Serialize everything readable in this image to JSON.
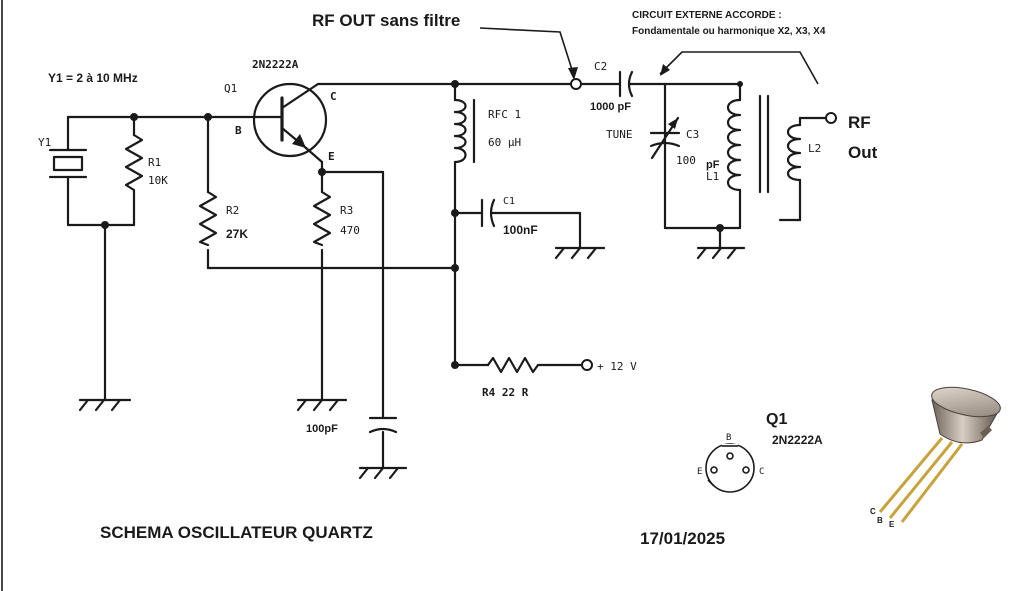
{
  "header": {
    "rf_out_note": "RF OUT sans filtre",
    "external_circuit_line1": "CIRCUIT EXTERNE ACCORDE :",
    "external_circuit_line2": "Fondamentale ou harmonique  X2, X3, X4"
  },
  "labels": {
    "y1_range": "Y1 = 2 à 10 MHz",
    "y1": "Y1",
    "q1": "Q1",
    "q1_part": "2N2222A",
    "pin_b": "B",
    "pin_c": "C",
    "pin_e": "E",
    "r1": "R1",
    "r1_val": "10K",
    "r2": "R2",
    "r2_val": "27K",
    "r3": "R3",
    "r3_val": "470",
    "rfc1": "RFC 1",
    "rfc1_val": "60 µH",
    "c1": "C1",
    "c1_val": "100nF",
    "c2": "C2",
    "c2_val": "1000 pF",
    "tune": "TUNE",
    "c3": "C3",
    "c3_val": "100",
    "c3_unit": "pF",
    "l1": "L1",
    "l2": "L2",
    "rf": "RF",
    "out": "Out",
    "r4": "R4  22 R",
    "supply": "+ 12 V",
    "cap_100pf": "100pF",
    "pinout_q1": "Q1",
    "pinout_part": "2N2222A",
    "pinout_b": "B",
    "pinout_e": "E",
    "pinout_c": "C",
    "leg_c": "C",
    "leg_b": "B",
    "leg_e": "E"
  },
  "footer": {
    "title": "SCHEMA OSCILLATEUR QUARTZ",
    "date": "17/01/2025"
  },
  "colors": {
    "ink": "#1a1a1a",
    "transistor_cap": "#a89a8a",
    "transistor_leg": "#c8a23a"
  }
}
